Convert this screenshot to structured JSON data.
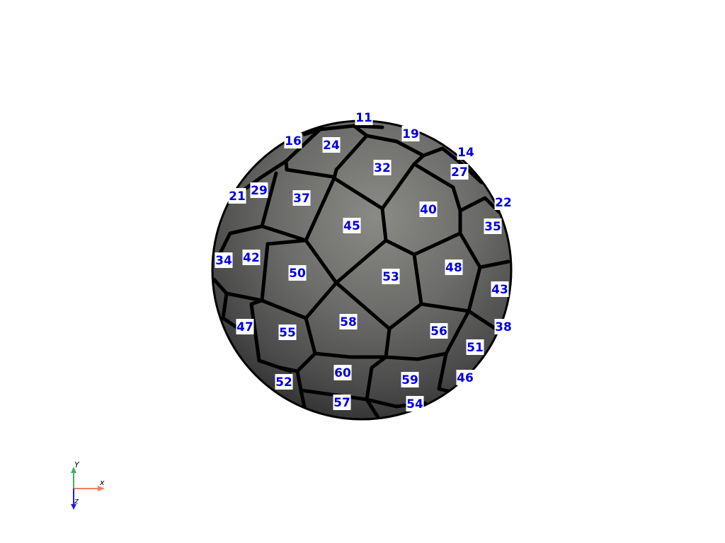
{
  "scene": {
    "background": "#ffffff",
    "label_color": "#0000e0",
    "label_background": "#ffffff",
    "edge_color": "#000000",
    "surface_color": "#6e6e6e"
  },
  "cell_labels": [
    "11",
    "19",
    "14",
    "16",
    "24",
    "32",
    "27",
    "22",
    "21",
    "29",
    "37",
    "45",
    "40",
    "35",
    "34",
    "42",
    "50",
    "53",
    "48",
    "43",
    "47",
    "55",
    "58",
    "56",
    "38",
    "51",
    "60",
    "59",
    "46",
    "52",
    "57",
    "54"
  ],
  "axes": {
    "x": {
      "label": "x",
      "color": "#f08060"
    },
    "y": {
      "label": "Y",
      "color": "#40b070"
    },
    "z": {
      "label": "z",
      "color": "#2020d0"
    }
  }
}
